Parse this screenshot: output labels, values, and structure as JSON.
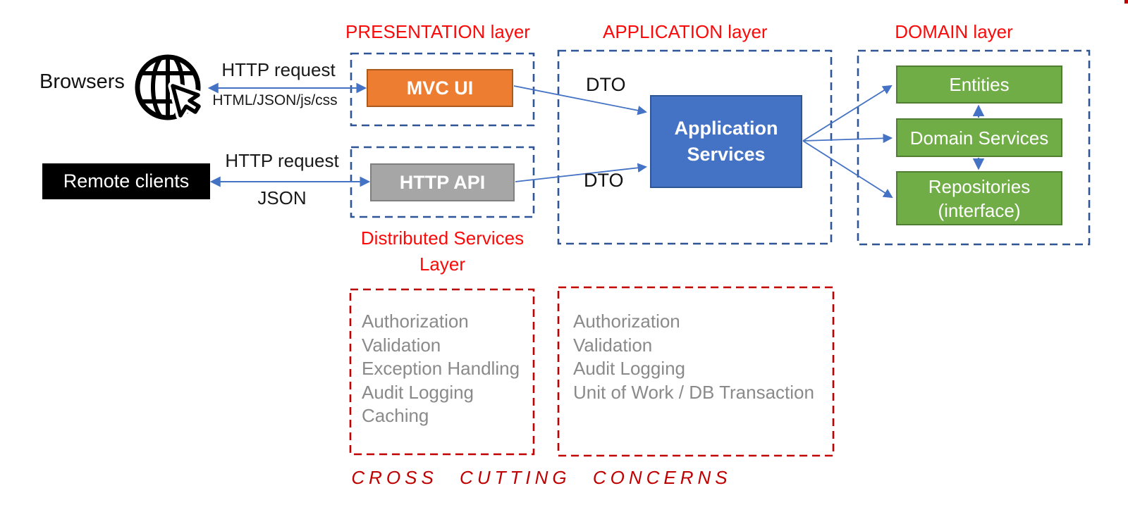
{
  "titles": {
    "presentation": "PRESENTATION layer",
    "application": "APPLICATION layer",
    "domain": "DOMAIN layer",
    "distributed_line1": "Distributed Services",
    "distributed_line2": "Layer",
    "cross_cutting": "CROSS CUTTING CONCERNS"
  },
  "clients": {
    "browsers": "Browsers",
    "remote": "Remote clients"
  },
  "flows": {
    "browser_top": "HTTP request",
    "browser_bottom": "HTML/JSON/js/css",
    "remote_top": "HTTP request",
    "remote_bottom": "JSON",
    "dto_top": "DTO",
    "dto_bottom": "DTO"
  },
  "boxes": {
    "mvc_ui": "MVC UI",
    "http_api": "HTTP API",
    "app_services": "Application Services",
    "entities": "Entities",
    "domain_services": "Domain Services",
    "repositories": "Repositories (interface)"
  },
  "concerns": {
    "distributed": [
      "Authorization",
      "Validation",
      "Exception Handling",
      "Audit Logging",
      "Caching"
    ],
    "application": [
      "Authorization",
      "Validation",
      "Audit Logging",
      "Unit of Work / DB Transaction"
    ]
  },
  "icons": {
    "globe": "globe-cursor-icon"
  },
  "colors": {
    "title_red": "#FB0A0A",
    "dark_red": "#C00000",
    "orange_fill": "#ED7D31",
    "orange_border": "#AC5B1E",
    "blue_fill": "#4472C4",
    "blue_border": "#2F5597",
    "green_fill": "#70AD47",
    "green_border": "#507E32",
    "gray_fill": "#A6A6A6",
    "gray_border": "#7F7F7F",
    "arrow_blue": "#4472C4",
    "dashed_blue": "#2F5597",
    "list_gray": "#8A8A8A",
    "black": "#000000"
  }
}
